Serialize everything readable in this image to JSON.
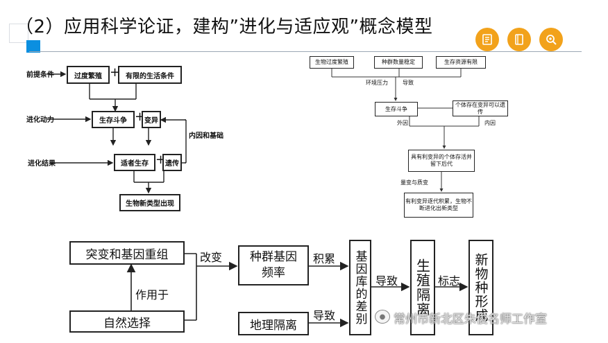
{
  "header": {
    "title": "（2）应用科学论证，建构”进化与适应观”概念模型",
    "icons": [
      "notes-icon",
      "book-icon",
      "zoom-icon"
    ],
    "accent_color": "#0b8fe0",
    "icon_color": "#f2a21b"
  },
  "diagram1": {
    "row_labels": [
      "前提条件",
      "进化动力",
      "进化结果"
    ],
    "boxes": {
      "overbreed": "过度繁殖",
      "limited": "有限的生活条件",
      "struggle": "生存斗争",
      "variation": "变异",
      "survivor": "适者生存",
      "heredity": "遗传",
      "newtype": "生物新类型出现"
    },
    "side_label": "内因和基础"
  },
  "diagram2": {
    "boxes": {
      "overbreed": "生物过度繁殖",
      "stable": "种群数量稳定",
      "resource": "生存资源有限",
      "struggle": "生存斗争",
      "variation": "个体存在变异可以遗传",
      "keep": "具有利变异的个体存活并留下后代",
      "result": "有利变异逐代积累，生物不断进化出新类型"
    },
    "labels": {
      "pressure": "环境压力",
      "lead": "导致",
      "external": "外因",
      "internal": "内因",
      "quantity": "量变与质变"
    }
  },
  "diagram3": {
    "boxes": {
      "mutation": "突变和基因重组",
      "selection": "自然选择",
      "frequency": "种群基因频率",
      "isolation": "地理隔离",
      "genepool": "基因库的差别",
      "repro": "生殖隔离",
      "species": "新物种形成"
    },
    "labels": {
      "change": "改变",
      "acton": "作用于",
      "accumulate": "积累",
      "lead1": "导致",
      "lead2": "导致",
      "sign": "标志"
    }
  },
  "watermark": "常州市新北区朱俊名师工作室"
}
